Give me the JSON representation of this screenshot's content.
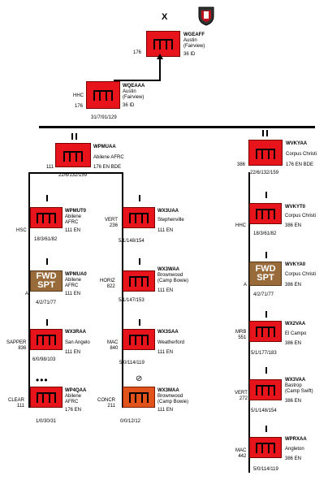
{
  "top": {
    "x_mark": "X",
    "logo_icon": "texas-shield-insignia",
    "code": "WGEAFF",
    "location": "Austin\n(Fairview)",
    "side_label": "",
    "value": "176",
    "division": "36 ID"
  },
  "hhc": {
    "code": "WQEAAA",
    "location": "Austin\n(Fairview)",
    "side_label": "HHC",
    "value": "176",
    "division": "36 ID",
    "stats": "31/7/91/129"
  },
  "left_col": {
    "parent": {
      "echelon": "II",
      "code": "WPMUAA",
      "location": "Abilene AFRC",
      "value": "111",
      "unit": "176 EN BDE",
      "stats": "22/6/132/159"
    },
    "units": [
      {
        "echelon": "I",
        "side": "HSC",
        "code": "WPMUT0",
        "loc": "Abilene\nAFRC",
        "num": "111 EN",
        "stats": "18/3/61/82"
      },
      {
        "echelon": "I",
        "side": "A",
        "code": "WPMUA0",
        "loc": "Abilene\nAFRC",
        "num": "111 EN",
        "stats": "4/2/71/77",
        "fwd": [
          "FWD",
          "SPT"
        ]
      },
      {
        "echelon": "I",
        "side": "SAPPER\n836",
        "code": "WX3RAA",
        "loc": "San Angelo",
        "num": "111 EN",
        "stats": "6/0/98/103"
      },
      {
        "echelon": "•••",
        "side": "CLEAR\n111",
        "code": "WP4QAA",
        "loc": "Abilene\nAFRC",
        "num": "176 EN",
        "stats": "1/0/30/31"
      }
    ]
  },
  "mid_col": {
    "units": [
      {
        "echelon": "I",
        "side": "VERT\n236",
        "code": "WX3UAA",
        "loc": "Stephenville",
        "num": "111 EN",
        "stats": "5/1/148/154"
      },
      {
        "echelon": "I",
        "side": "HORIZ\n822",
        "code": "WX3WAA",
        "loc": "Brownwood\n(Camp Bowie)",
        "num": "111 EN",
        "stats": "5/1/147/153"
      },
      {
        "echelon": "I",
        "side": "MAC\n840",
        "code": "WX3SAA",
        "loc": "Weatherford",
        "num": "111 EN",
        "stats": "5/0/114/119"
      },
      {
        "echelon": "⊘",
        "side": "CONCR\n211",
        "code": "WX3MAA",
        "loc": "Brownwood\n(Camp Bowie)",
        "num": "111 EN",
        "stats": "0/0/12/12"
      }
    ]
  },
  "right_col": {
    "parent": {
      "echelon": "II",
      "code": "WVKYAA",
      "location": "Corpus Christi",
      "value": "386",
      "unit": "176 EN BDE",
      "stats": "22/6/132/159"
    },
    "units": [
      {
        "echelon": "I",
        "side": "HHC",
        "code": "WVKYT0",
        "loc": "Corpus Christi",
        "num": "386 EN",
        "stats": "18/3/61/82"
      },
      {
        "echelon": "I",
        "side": "A",
        "code": "WVKYA0",
        "loc": "Corpus Christi",
        "num": "386 EN",
        "stats": "4/2/71/77",
        "fwd": [
          "FWD",
          "SPT"
        ]
      },
      {
        "echelon": "I",
        "side": "MRB\n551",
        "code": "WX2VAA",
        "loc": "El Campo",
        "num": "386 EN",
        "stats": "5/1/177/183"
      },
      {
        "echelon": "I",
        "side": "VERT\n272",
        "code": "WX3VAA",
        "loc": "Bastrop\n(Camp Swift)",
        "num": "386 EN",
        "stats": "5/1/148/154"
      },
      {
        "echelon": "I",
        "side": "MAC\n442",
        "code": "WPRXAA",
        "loc": "Angleton",
        "num": "386 EN",
        "stats": "5/0/114/119"
      }
    ]
  }
}
